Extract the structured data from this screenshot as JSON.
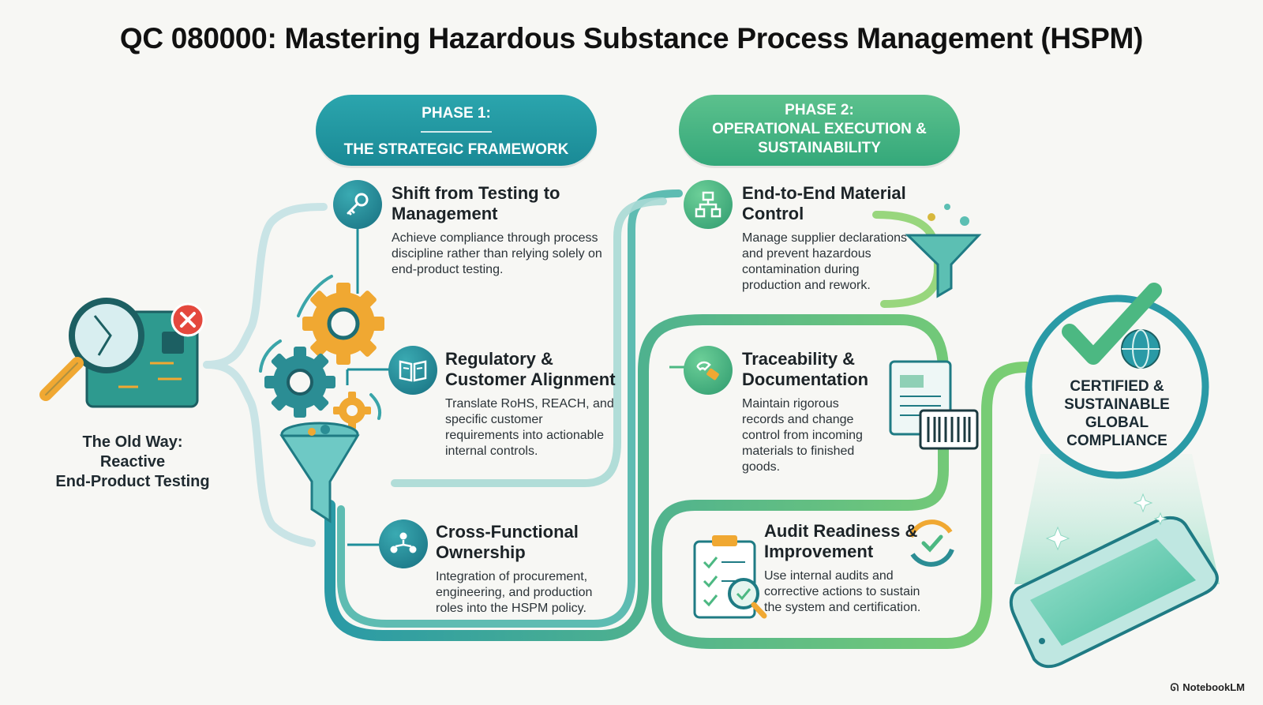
{
  "title": "QC 080000: Mastering Hazardous Substance Process Management (HSPM)",
  "phase1": {
    "label": "PHASE 1:",
    "subtitle": "THE STRATEGIC FRAMEWORK"
  },
  "phase2": {
    "label": "PHASE 2:",
    "subtitle": "OPERATIONAL EXECUTION & SUSTAINABILITY"
  },
  "old_way": {
    "line1": "The Old Way:",
    "line2": "Reactive",
    "line3": "End-Product Testing",
    "icons": [
      "magnifier-icon",
      "circuit-board-icon",
      "error-x-icon"
    ]
  },
  "phase1_items": [
    {
      "icon": "key-icon",
      "title": "Shift from Testing to Management",
      "body": "Achieve compliance through process discipline rather than relying solely on end-product testing."
    },
    {
      "icon": "book-icon",
      "title": "Regulatory & Customer Alignment",
      "body": "Translate RoHS, REACH, and specific customer requirements into actionable internal controls."
    },
    {
      "icon": "team-icon",
      "title": "Cross-Functional Ownership",
      "body": "Integration of procurement, engineering, and production roles into the HSPM policy."
    }
  ],
  "phase2_items": [
    {
      "icon": "flowchart-icon",
      "title": "End-to-End Material Control",
      "body": "Manage supplier declarations and prevent hazardous contamination during production and rework."
    },
    {
      "icon": "tag-icon",
      "title": "Traceability & Documentation",
      "body": "Maintain rigorous records and change control from incoming materials to finished goods."
    },
    {
      "icon": "clipboard-check-icon",
      "title": "Audit Readiness & Improvement",
      "body": "Use internal audits and corrective actions to sustain the system and certification."
    }
  ],
  "outcome": {
    "text": "CERTIFIED & SUSTAINABLE GLOBAL COMPLIANCE",
    "icons": [
      "checkmark-icon",
      "globe-icon",
      "smartphone-icon"
    ]
  },
  "brand": "NotebookLM",
  "colors": {
    "teal": "#1f8f9a",
    "green": "#4cb882",
    "light": "#a8d9d5",
    "title": "#111111"
  }
}
